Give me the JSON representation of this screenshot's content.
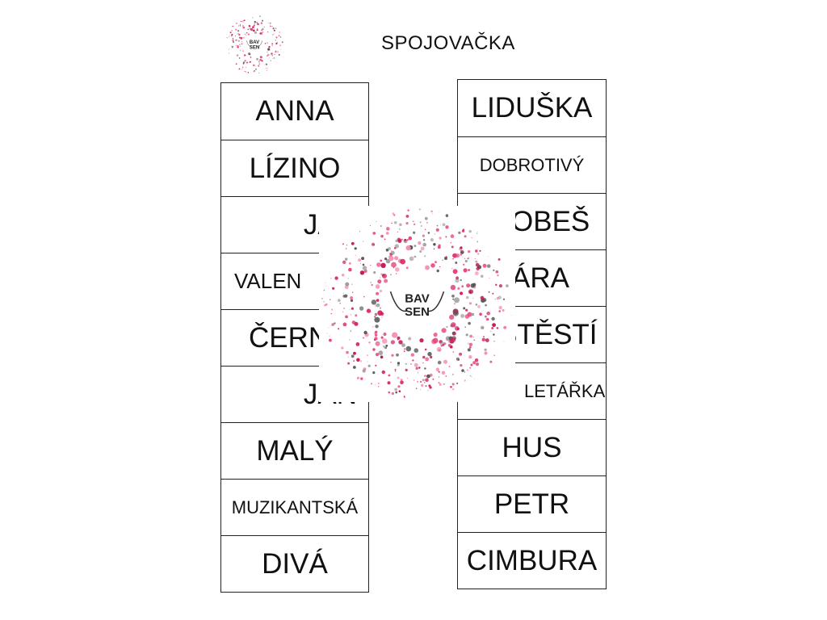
{
  "header": {
    "title": "SPOJOVAČKA",
    "logo_text": [
      "BAV",
      "SEN"
    ]
  },
  "left_column": [
    {
      "label": "ANNA"
    },
    {
      "label": "LÍZINO"
    },
    {
      "label": "JAN"
    },
    {
      "label": "VALEN",
      "small": true
    },
    {
      "label": "ČERN"
    },
    {
      "label": "JAN"
    },
    {
      "label": "MALÝ"
    },
    {
      "label": "MUZIKANTSKÁ",
      "small": true
    },
    {
      "label": "DIVÁ"
    }
  ],
  "right_column": [
    {
      "label": "LIDUŠKA"
    },
    {
      "label": "DOBROTIVÝ",
      "small": true
    },
    {
      "label": "OBEŠ"
    },
    {
      "label": "ÁRA"
    },
    {
      "label": "ŠTĚSTÍ"
    },
    {
      "label": "LETÁŘKA",
      "small": true
    },
    {
      "label": "HUS"
    },
    {
      "label": "PETR"
    },
    {
      "label": "CIMBURA"
    }
  ],
  "logo": {
    "colors": [
      "#e8437b",
      "#c2185b",
      "#f48fb1",
      "#555555",
      "#9e9e9e",
      "#d81b60"
    ]
  }
}
